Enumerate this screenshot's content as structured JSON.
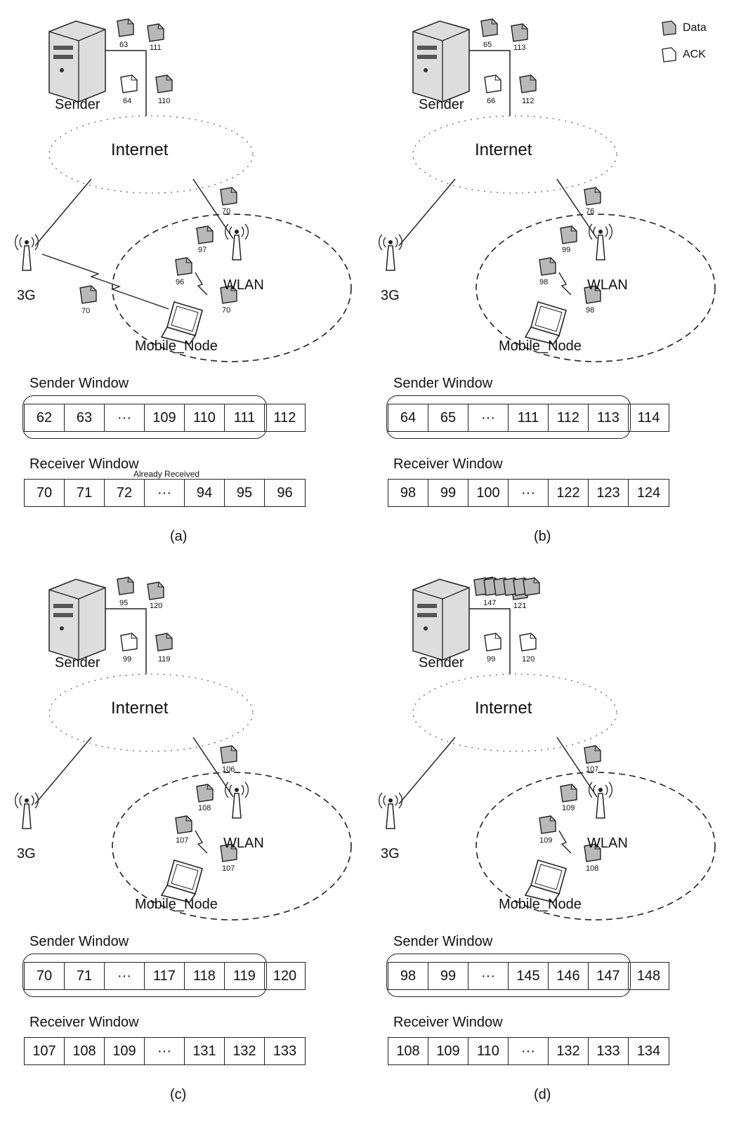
{
  "legend": {
    "data_label": "Data",
    "ack_label": "ACK"
  },
  "labels": {
    "sender": "Sender",
    "internet": "Internet",
    "wlan": "WLAN",
    "cellular": "3G",
    "mobile_node": "Mobile_Node",
    "sender_window": "Sender Window",
    "receiver_window": "Receiver Window",
    "already_received": "Already Received",
    "ellipsis": "···"
  },
  "panels": [
    {
      "caption": "(a)",
      "sender_cells": [
        "62",
        "63",
        "···",
        "109",
        "110",
        "111",
        "112"
      ],
      "receiver_cells": [
        "70",
        "71",
        "72",
        "···",
        "94",
        "95",
        "96"
      ],
      "packets": {
        "top_ack_1": "63",
        "top_data_1": "111",
        "top_ack_2": "64",
        "top_data_2": "110",
        "wlan_ap": "70",
        "wlan_1": "97",
        "wlan_2": "96",
        "wlan_3": "70",
        "cell_link": "70"
      }
    },
    {
      "caption": "(b)",
      "sender_cells": [
        "64",
        "65",
        "···",
        "111",
        "112",
        "113",
        "114"
      ],
      "receiver_cells": [
        "98",
        "99",
        "100",
        "···",
        "122",
        "123",
        "124"
      ],
      "packets": {
        "top_ack_1": "65",
        "top_data_1": "113",
        "top_ack_2": "66",
        "top_data_2": "112",
        "wlan_ap": "76",
        "wlan_1": "99",
        "wlan_2": "98",
        "wlan_3": "98"
      }
    },
    {
      "caption": "(c)",
      "sender_cells": [
        "70",
        "71",
        "···",
        "117",
        "118",
        "119",
        "120"
      ],
      "receiver_cells": [
        "107",
        "108",
        "109",
        "···",
        "131",
        "132",
        "133"
      ],
      "packets": {
        "top_ack_1": "95",
        "top_data_1": "120",
        "top_ack_2": "99",
        "top_data_2": "119",
        "wlan_ap": "106",
        "wlan_1": "108",
        "wlan_2": "107",
        "wlan_3": "107"
      }
    },
    {
      "caption": "(d)",
      "sender_cells": [
        "98",
        "99",
        "···",
        "145",
        "146",
        "147",
        "148"
      ],
      "receiver_cells": [
        "108",
        "109",
        "110",
        "···",
        "132",
        "133",
        "134"
      ],
      "packets": {
        "top_ack_1": "147",
        "top_data_1": "121",
        "top_ack_2": "99",
        "top_data_2": "120",
        "wlan_ap": "107",
        "wlan_1": "109",
        "wlan_2": "109",
        "wlan_3": "108"
      }
    }
  ]
}
